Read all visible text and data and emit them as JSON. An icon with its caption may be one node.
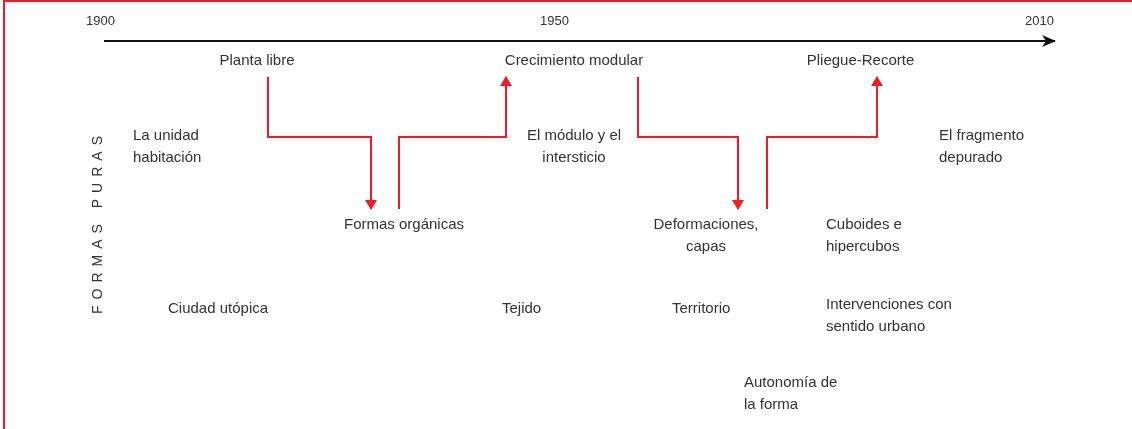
{
  "diagram": {
    "nodes": [
      {
        "text": [
          "Planta libre"
        ]
      },
      {
        "text": [
          "Crecimiento modular"
        ]
      },
      {
        "text": [
          "Pliegue-Recorte"
        ]
      },
      {
        "text": [
          "Formas orgánicas"
        ]
      },
      {
        "text": [
          "Deformaciones, capas"
        ]
      }
    ],
    "edges": [
      {
        "from": 0,
        "to": 3,
        "arrow": "to"
      },
      {
        "from": 3,
        "to": 1,
        "arrow": "to"
      },
      {
        "from": 1,
        "to": 4,
        "arrow": "to"
      },
      {
        "from": 4,
        "to": 2,
        "arrow": "to"
      }
    ],
    "labels": [
      "1900",
      "1950",
      "2010",
      "FORMAS PURAS",
      "La unidad habitación",
      "El módulo y el intersticio",
      "El fragmento depurado",
      "Cuboides e hipercubos",
      "Ciudad utópica",
      "Tejido",
      "Territorio",
      "Intervenciones con sentido urbano",
      "Autonomía de la forma"
    ]
  }
}
